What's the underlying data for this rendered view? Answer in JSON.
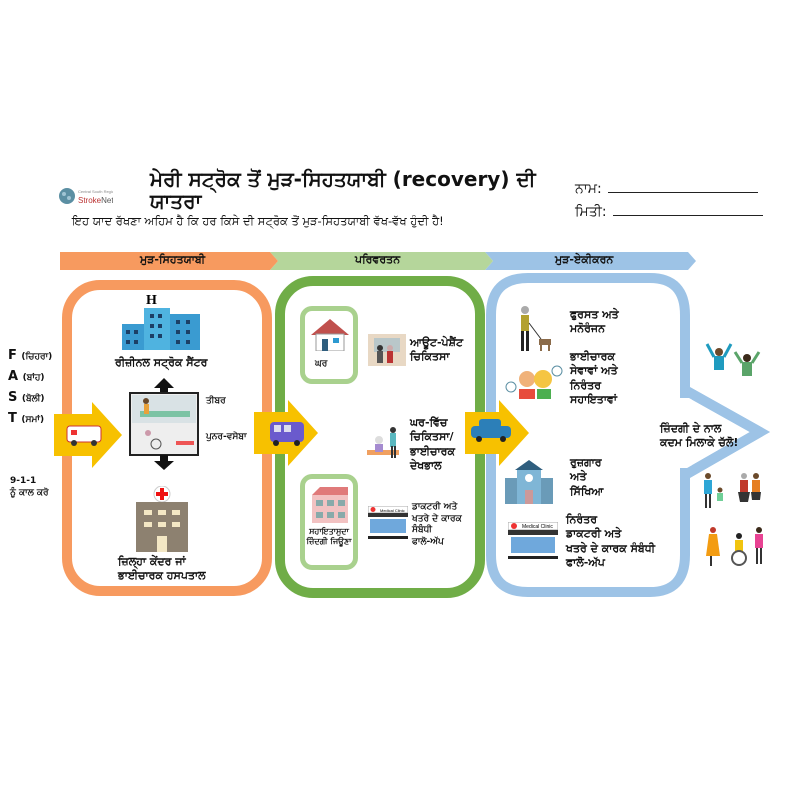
{
  "header": {
    "logo_text": "Central South Regional StrokeNetwork",
    "title": "ਮੇਰੀ ਸਟ੍ਰੋਕ ਤੋਂ ਮੁੜ-ਸਿਹਤਯਾਬੀ (recovery) ਦੀ ਯਾਤਰਾ",
    "subtitle": "ਇਹ ਯਾਦ ਰੱਖਣਾ ਅਹਿਮ ਹੈ ਕਿ ਹਰ ਕਿਸੇ ਦੀ ਸਟ੍ਰੋਕ ਤੋਂ ਮੁੜ-ਸਿਹਤਯਾਬੀ ਵੱਖ-ਵੱਖ ਹੁੰਦੀ ਹੈ!",
    "name_label": "ਨਾਮ:",
    "date_label": "ਮਿਤੀ:"
  },
  "phases": [
    {
      "label": "ਮੁੜ-ਸਿਹਤਯਾਬੀ",
      "color": "#f79a5f"
    },
    {
      "label": "ਪਰਿਵਰਤਨ",
      "color": "#b5d69b"
    },
    {
      "label": "ਮੁੜ-ਏਕੀਕਰਨ",
      "color": "#9dc3e6"
    }
  ],
  "fast": [
    {
      "letter": "F",
      "meaning": "(ਚਿਹਰਾ)"
    },
    {
      "letter": "A",
      "meaning": "(ਬਾਂਹ)"
    },
    {
      "letter": "S",
      "meaning": "(ਬੋਲੀ)"
    },
    {
      "letter": "T",
      "meaning": "(ਸਮਾਂ)"
    }
  ],
  "call": {
    "number": "9-1-1",
    "label": "ਨੂੰ ਕਾਲ ਕਰੋ"
  },
  "recovery": {
    "regional_center": "ਰੀਜ਼ੀਨਲ ਸਟ੍ਰੋਕ ਸੈਂਟਰ",
    "acute": "ਤੀਬਰ",
    "rehab": "ਪੁਨਰ-ਵਸੇਬਾ",
    "district_hospital_1": "ਜ਼ਿਲ੍ਹਾ ਕੇਂਦਰ ਜਾਂ",
    "district_hospital_2": "ਭਾਈਚਾਰਕ ਹਸਪਤਾਲ"
  },
  "transition": {
    "home": "ਘਰ",
    "outpatient_1": "ਆਊਟ-ਪੇਸ਼ੈਂਟ",
    "outpatient_2": "ਚਿਕਿਤਸਾ",
    "inhome_1": "ਘਰ-ਵਿੱਚ",
    "inhome_2": "ਚਿਕਿਤਸਾ/",
    "inhome_3": "ਭਾਈਚਾਰਕ",
    "inhome_4": "ਦੇਖਭਾਲ",
    "assisted_1": "ਸਹਾਇਤਾਸੁਦਾ",
    "assisted_2": "ਜ਼ਿੰਦਗੀ ਜਿਊਣਾ",
    "followup_1": "ਡਾਕਟਰੀ ਅਤੇ",
    "followup_2": "ਖਤਰੇ ਦੇ ਕਾਰਕ",
    "followup_3": "ਸੰਬੰਧੀ",
    "followup_4": "ਫਾਲੋ-ਅੱਪ",
    "clinic_sign": "Medical Clinic"
  },
  "reintegration": {
    "leisure_1": "ਫੁਰਸਤ ਅਤੇ",
    "leisure_2": "ਮਨੋਰੰਜਨ",
    "community_1": "ਭਾਈਚਾਰਕ",
    "community_2": "ਸੇਵਾਵਾਂ ਅਤੇ",
    "community_3": "ਨਿਰੰਤਰ",
    "community_4": "ਸਹਾਇਤਾਵਾਂ",
    "work_1": "ਰੁਜ਼ਗਾਰ",
    "work_2": "ਅਤੇ",
    "work_3": "ਸਿੱਖਿਆ",
    "ongoing_1": "ਨਿਰੰਤਰ",
    "ongoing_2": "ਡਾਕਟਰੀ ਅਤੇ",
    "ongoing_3": "ਖਤਰੇ ਦੇ ਕਾਰਕ ਸੰਬੰਧੀ",
    "ongoing_4": "ਫਾਲੋ-ਅੱਪ",
    "clinic_sign": "Medical Clinic"
  },
  "final_1": "ਜ਼ਿੰਦਗੀ ਦੇ ਨਾਲ",
  "final_2": "ਕਦਮ ਮਿਲਾਕੇ ਚੱਲੋ!"
}
